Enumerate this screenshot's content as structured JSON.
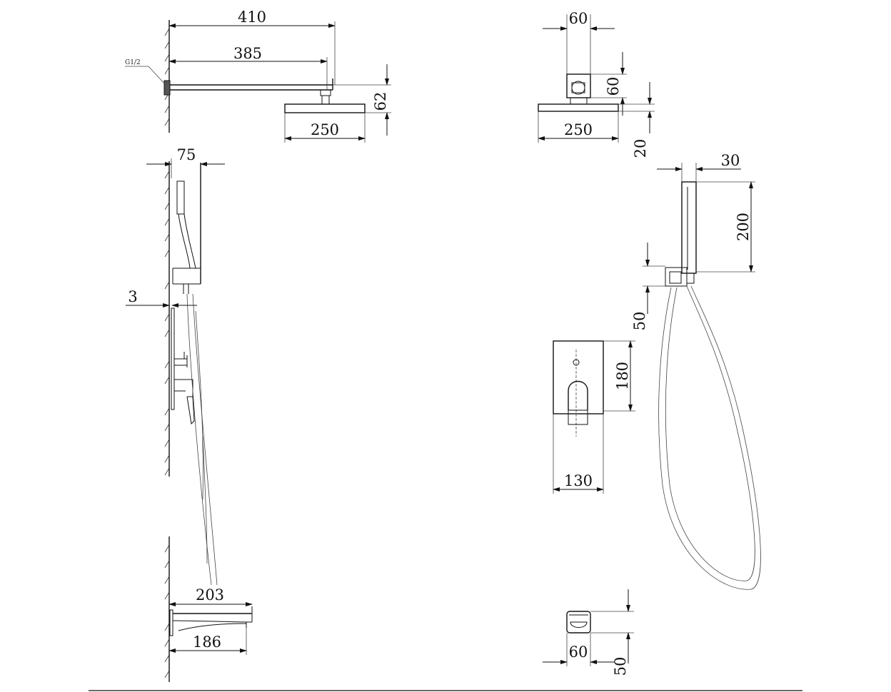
{
  "thread_label": "G1/2",
  "dimensions": {
    "arm_length_total": "410",
    "arm_length_inner": "385",
    "head_height_side": "62",
    "head_width_side": "250",
    "connector_width_front": "60",
    "connector_height_front": "60",
    "head_width_front": "250",
    "head_thickness_front": "20",
    "holder_projection": "75",
    "wall_gap": "3",
    "holder_width": "30",
    "holder_height": "200",
    "elbow_height": "50",
    "plate_height": "180",
    "plate_width": "130",
    "spout_length": "203",
    "spout_outlet": "186",
    "spout_width": "60",
    "spout_height": "50"
  },
  "colors": {
    "line": "#111111",
    "background": "#ffffff"
  }
}
